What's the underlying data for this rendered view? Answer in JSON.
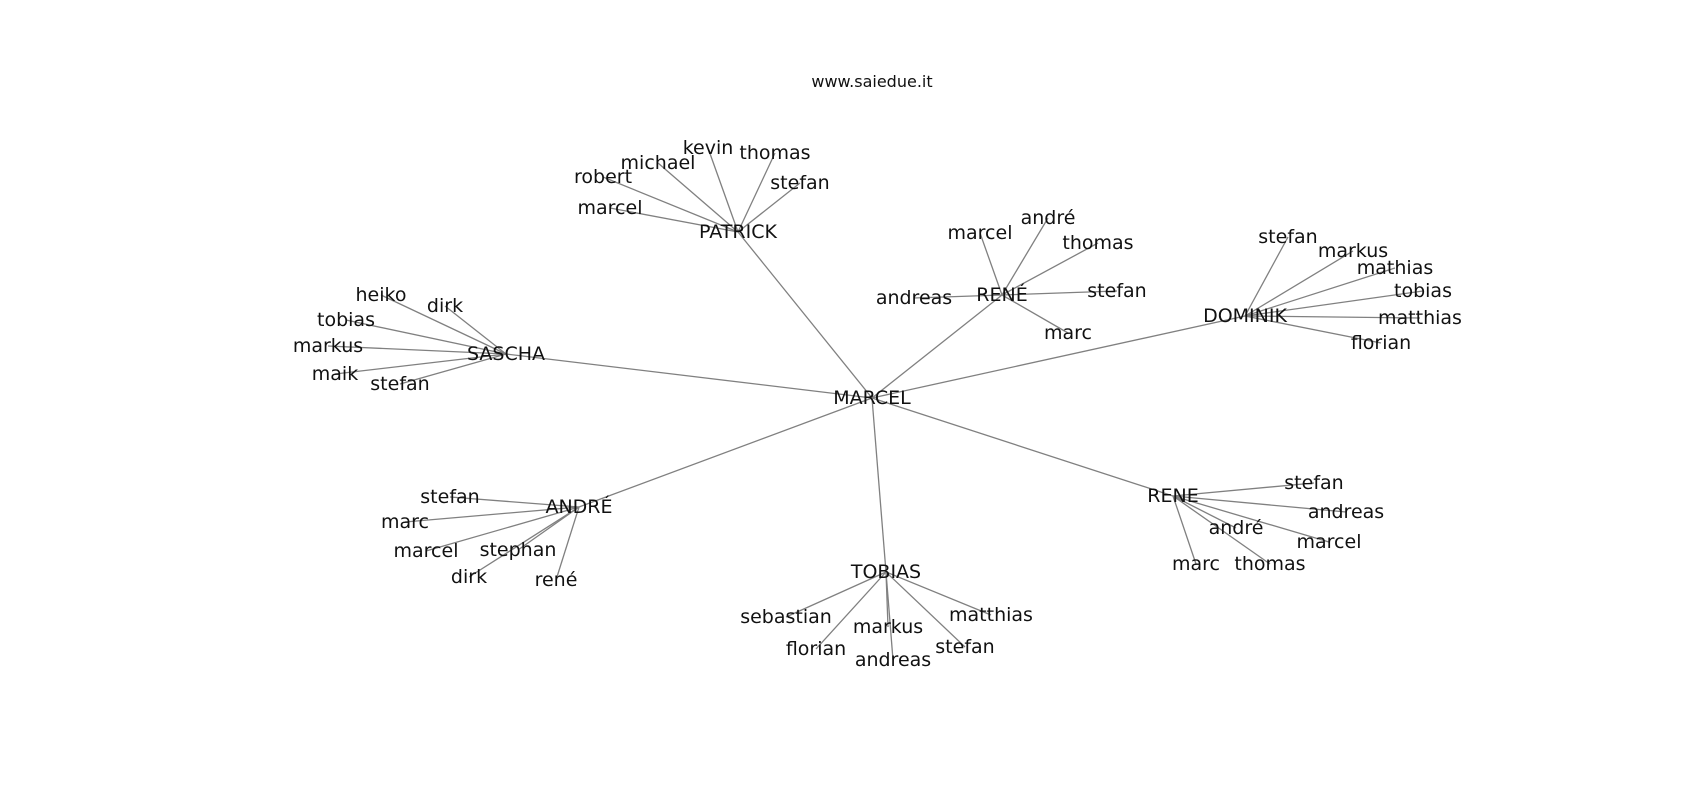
{
  "title": "www.saiedue.it",
  "colors": {
    "edge": "#808080",
    "text": "#111111",
    "background": "#ffffff"
  },
  "graph": {
    "root": "MARCEL",
    "hubs": [
      {
        "id": "patrick",
        "label": "PATRICK",
        "leaves": [
          "kevin",
          "thomas",
          "michael",
          "robert",
          "stefan",
          "marcel"
        ]
      },
      {
        "id": "rene-accent",
        "label": "RENÉ",
        "leaves": [
          "andré",
          "marcel",
          "thomas",
          "andreas",
          "stefan",
          "marc"
        ]
      },
      {
        "id": "dominik",
        "label": "DOMINIK",
        "leaves": [
          "stefan",
          "markus",
          "mathias",
          "tobias",
          "matthias",
          "florian"
        ]
      },
      {
        "id": "sascha",
        "label": "SASCHA",
        "leaves": [
          "heiko",
          "dirk",
          "tobias",
          "markus",
          "maik",
          "stefan"
        ]
      },
      {
        "id": "andre",
        "label": "ANDRÉ",
        "leaves": [
          "stefan",
          "marc",
          "marcel",
          "stephan",
          "dirk",
          "rené"
        ]
      },
      {
        "id": "tobias",
        "label": "TOBIAS",
        "leaves": [
          "sebastian",
          "markus",
          "matthias",
          "florian",
          "andreas",
          "stefan"
        ]
      },
      {
        "id": "rene",
        "label": "RENE",
        "leaves": [
          "stefan",
          "andreas",
          "andré",
          "marcel",
          "marc",
          "thomas"
        ]
      }
    ]
  }
}
